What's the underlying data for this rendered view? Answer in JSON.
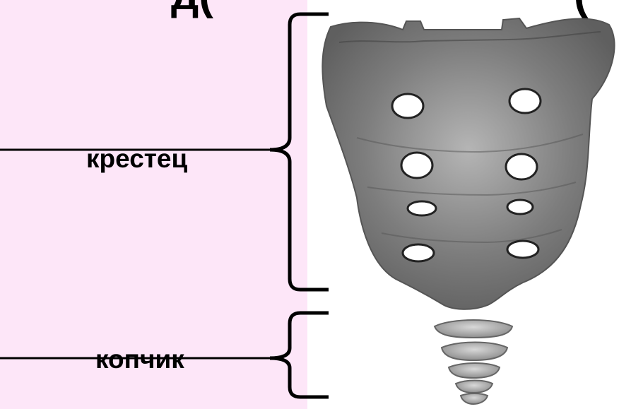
{
  "colors": {
    "left_background": "#fde6f8",
    "right_background": "#ffffff",
    "ink": "#000000",
    "bone": "#8a8a8a"
  },
  "header": {
    "fragment_left": "д(",
    "fragment_right": "("
  },
  "labels": {
    "sacrum": "крестец",
    "coccyx": "копчик"
  }
}
